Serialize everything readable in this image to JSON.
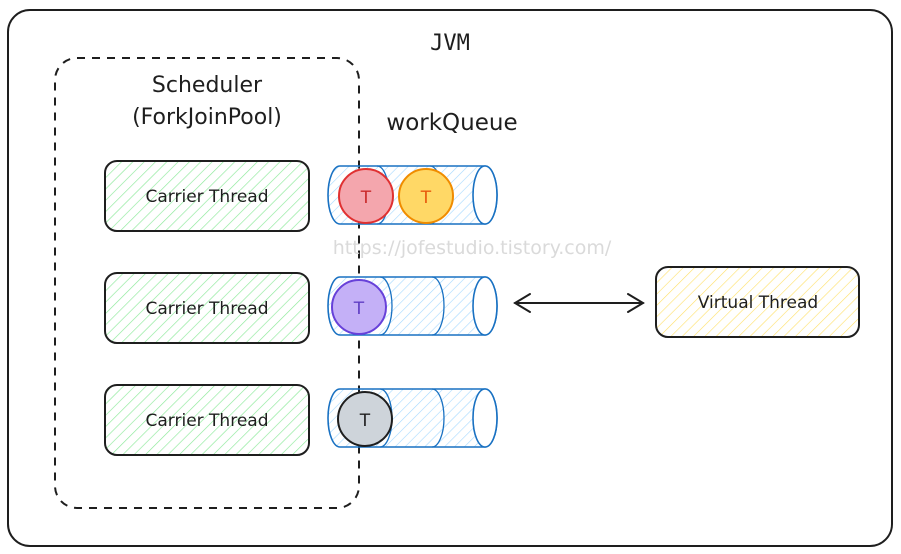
{
  "jvm": {
    "label": "JVM"
  },
  "scheduler": {
    "title_line1": "Scheduler",
    "title_line2": "(ForkJoinPool)"
  },
  "work_queue": {
    "label": "workQueue"
  },
  "carrier_threads": [
    {
      "label": "Carrier Thread"
    },
    {
      "label": "Carrier Thread"
    },
    {
      "label": "Carrier Thread"
    }
  ],
  "queues": [
    {
      "tasks": [
        {
          "label": "T",
          "fill": "#f2a7ad",
          "stroke": "#e03131"
        },
        {
          "label": "T",
          "fill": "#ffd866",
          "stroke": "#f08c00"
        }
      ]
    },
    {
      "tasks": [
        {
          "label": "T",
          "fill": "#c4b0f7",
          "stroke": "#6741d9"
        }
      ]
    },
    {
      "tasks": [
        {
          "label": "T",
          "fill": "#ced4da",
          "stroke": "#1e1e1e"
        }
      ]
    }
  ],
  "virtual_thread": {
    "label": "Virtual Thread"
  },
  "watermark": "https://jofestudio.tistory.com/",
  "colors": {
    "carrier_fill": "#b2f2bb",
    "queue_stroke": "#1971c2",
    "queue_fill": "#a5d8ff",
    "virtual_fill": "#ffec99",
    "ink": "#1e1e1e"
  }
}
